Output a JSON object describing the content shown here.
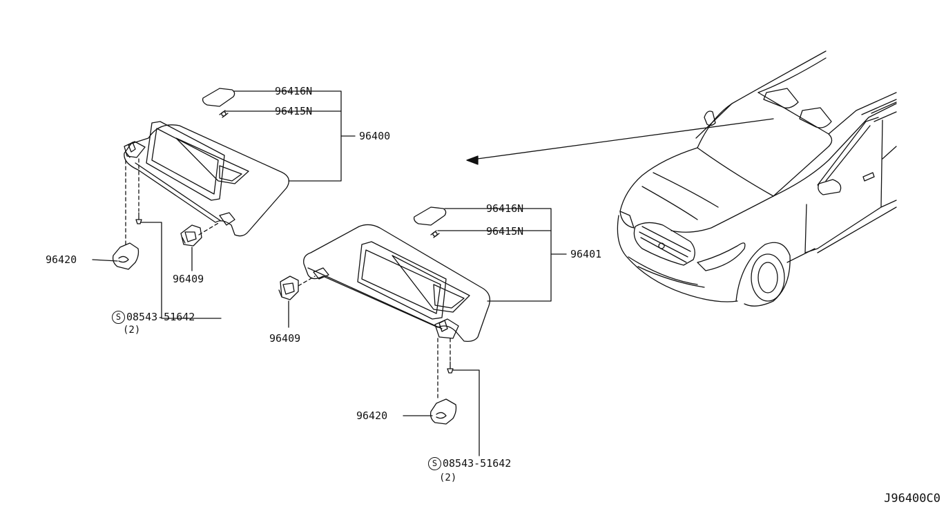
{
  "callouts": {
    "left_lamp_lens": "96416N",
    "left_bulb": "96415N",
    "left_visor_assy": "96400",
    "left_holder": "96420",
    "left_clip": "96409",
    "left_screw_symbol": "S",
    "left_screw": "08543-51642",
    "left_screw_qty": "(2)",
    "right_lamp_lens": "96416N",
    "right_bulb": "96415N",
    "right_visor_assy": "96401",
    "right_holder": "96420",
    "right_clip": "96409",
    "right_screw_symbol": "S",
    "right_screw": "08543-51642",
    "right_screw_qty": "(2)"
  },
  "diagram_code": "J96400C0",
  "colors": {
    "line": "#111111",
    "background": "#ffffff"
  }
}
